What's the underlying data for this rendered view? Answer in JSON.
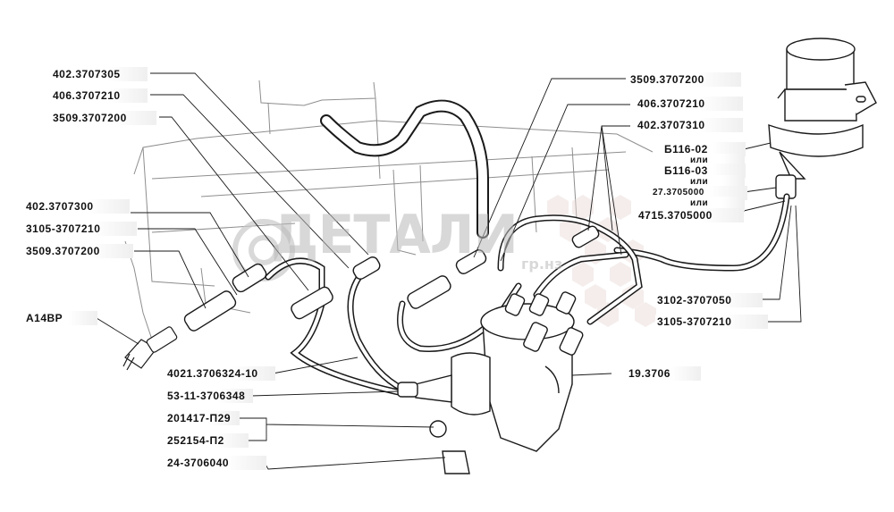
{
  "labels": {
    "l1": "402.3707305",
    "l2": "406.3707210",
    "l3": "3509.3707200",
    "l4": "402.3707300",
    "l5": "3105-3707210",
    "l6": "3509.3707200",
    "l7": "А14ВР",
    "l8": "4021.3706324-10",
    "l9": "53-11-3706348",
    "l10": "201417-П29",
    "l11": "252154-П2",
    "l12": "24-3706040",
    "r1": "3509.3707200",
    "r2": "406.3707210",
    "r3": "402.3707310",
    "r4": "Б116-02",
    "r5": "или",
    "r6": "Б116-03",
    "r7": "или",
    "r8": "27.3705000",
    "r9": "или",
    "r10": "4715.3705000",
    "r11": "3102-3707050",
    "r12": "3105-3707210",
    "r13": "19.3706"
  },
  "watermark": {
    "main": "ДЕТАЛИ",
    "suffix": "гр.нз"
  },
  "colors": {
    "line": "#1a1a1a",
    "ghost": "#9a9a9a",
    "watermark": "#b0b0b0"
  }
}
